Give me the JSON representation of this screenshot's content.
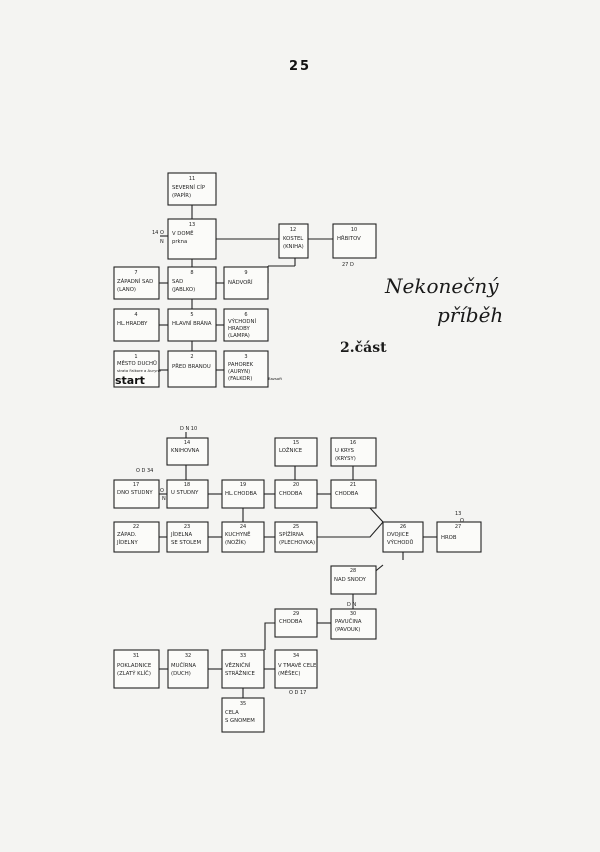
{
  "page_number": "25",
  "title_line1": "Nekonečný",
  "title_line2": "příběh",
  "subtitle": "2.část",
  "start_label": "start",
  "start_note": "strata Falkore a Auryne",
  "signature": "Bazsoft",
  "rooms": [
    {
      "id": "r11",
      "num": "11",
      "lines": [
        "SEVERNÍ CÍP",
        "(PAPÍR)"
      ]
    },
    {
      "id": "r13",
      "num": "13",
      "lines": [
        "V DOMĚ",
        "prkna"
      ]
    },
    {
      "id": "r12",
      "num": "12",
      "lines": [
        "KOSTEL",
        "(KNIHA)"
      ]
    },
    {
      "id": "r10",
      "num": "10",
      "lines": [
        "HŘBITOV",
        ""
      ]
    },
    {
      "id": "r7",
      "num": "7",
      "lines": [
        "ZÁPADNÍ SAD",
        "(LANO)"
      ]
    },
    {
      "id": "r8",
      "num": "8",
      "lines": [
        "SAD",
        "(JABLKO)"
      ]
    },
    {
      "id": "r9",
      "num": "9",
      "lines": [
        "NÁDVOŘÍ",
        ""
      ]
    },
    {
      "id": "r4",
      "num": "4",
      "lines": [
        "HL.HRADBY",
        ""
      ]
    },
    {
      "id": "r5",
      "num": "5",
      "lines": [
        "HLAVNÍ BRÁNA",
        ""
      ]
    },
    {
      "id": "r6",
      "num": "6",
      "lines": [
        "VÝCHODNÍ",
        "HRADBY",
        "(LAMPA)"
      ]
    },
    {
      "id": "r1",
      "num": "1",
      "lines": [
        "MĚSTO DUCHŮ",
        ""
      ]
    },
    {
      "id": "r2",
      "num": "2",
      "lines": [
        "PŘED BRANOU",
        ""
      ]
    },
    {
      "id": "r3",
      "num": "3",
      "lines": [
        "PAHOREK",
        "(AURYN)",
        "(FALKOR)"
      ]
    },
    {
      "id": "r14",
      "num": "14",
      "lines": [
        "KNIHOVNA",
        ""
      ]
    },
    {
      "id": "r15",
      "num": "15",
      "lines": [
        "LOŽNICE",
        ""
      ]
    },
    {
      "id": "r16",
      "num": "16",
      "lines": [
        "U KRYS",
        "(KRYSY)"
      ]
    },
    {
      "id": "r17",
      "num": "17",
      "lines": [
        "DNO STUDNY",
        ""
      ]
    },
    {
      "id": "r18",
      "num": "18",
      "lines": [
        "U STUDNY",
        ""
      ]
    },
    {
      "id": "r19",
      "num": "19",
      "lines": [
        "HL.CHODBA",
        ""
      ]
    },
    {
      "id": "r20",
      "num": "20",
      "lines": [
        "CHODBA",
        ""
      ]
    },
    {
      "id": "r21",
      "num": "21",
      "lines": [
        "CHODBA",
        ""
      ]
    },
    {
      "id": "r22",
      "num": "22",
      "lines": [
        "ZÁPAD.",
        "JÍDELNY"
      ]
    },
    {
      "id": "r23",
      "num": "23",
      "lines": [
        "JÍDELNA",
        "SE STOLEM"
      ]
    },
    {
      "id": "r24",
      "num": "24",
      "lines": [
        "KUCHYNĚ",
        "(NOŽÍK)"
      ]
    },
    {
      "id": "r25",
      "num": "25",
      "lines": [
        "SPÍŽÍRNA",
        "(PLECHOVKA)"
      ]
    },
    {
      "id": "r26",
      "num": "26",
      "lines": [
        "DVOJICE",
        "VÝCHODŮ"
      ]
    },
    {
      "id": "r27",
      "num": "27",
      "lines": [
        "HROB",
        ""
      ]
    },
    {
      "id": "r28",
      "num": "28",
      "lines": [
        "NAD SNODY",
        ""
      ]
    },
    {
      "id": "r29",
      "num": "29",
      "lines": [
        "CHODBA",
        ""
      ]
    },
    {
      "id": "r30",
      "num": "30",
      "lines": [
        "PAVUČINA",
        "(PAVOUK)"
      ]
    },
    {
      "id": "r31",
      "num": "31",
      "lines": [
        "POKLADNICE",
        "(ZLATÝ KLÍČ)"
      ]
    },
    {
      "id": "r32",
      "num": "32",
      "lines": [
        "MUČÍRNA",
        "(DUCH)"
      ]
    },
    {
      "id": "r33",
      "num": "33",
      "lines": [
        "VĚZNIČNÍ",
        "STRÁŽNICE"
      ]
    },
    {
      "id": "r34",
      "num": "34",
      "lines": [
        "V TMAVÉ CELE",
        "(MĚŠEC)"
      ]
    },
    {
      "id": "r35",
      "num": "35",
      "lines": [
        "CELA",
        "S GNOMEM"
      ]
    }
  ],
  "dir_labels": [
    {
      "id": "d1",
      "text": "14 O"
    },
    {
      "id": "d2",
      "text": "N"
    },
    {
      "id": "d3",
      "text": "27 D"
    },
    {
      "id": "d4",
      "text": "D N 10"
    },
    {
      "id": "d5",
      "text": "O D 34"
    },
    {
      "id": "d6",
      "text": "O"
    },
    {
      "id": "d7",
      "text": "N"
    },
    {
      "id": "d8",
      "text": "13"
    },
    {
      "id": "d9",
      "text": "O"
    },
    {
      "id": "d10",
      "text": "D N"
    },
    {
      "id": "d11",
      "text": "O D 17"
    }
  ]
}
